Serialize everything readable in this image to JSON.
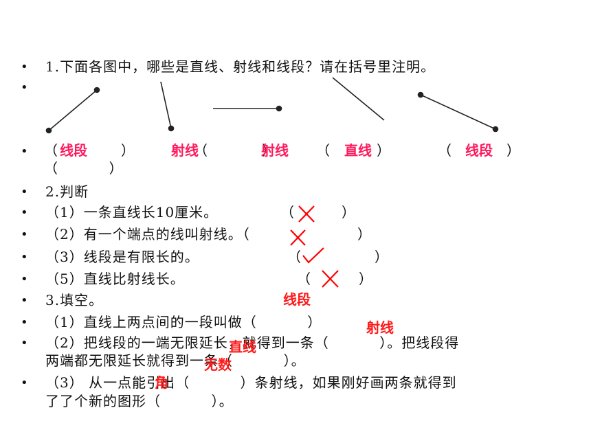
{
  "questions": {
    "q1": {
      "prompt": "1.下面各图中，哪些是直线、射线和线段？请在括号里注明。",
      "brackets_a": "（",
      "brackets_b": "）",
      "second_row": "（          ）",
      "answers": [
        "线段",
        "射线",
        "射线",
        "直线",
        "线段"
      ]
    },
    "q2": {
      "title": "2.判断",
      "items": [
        {
          "text": "（1）一条直线长10厘米。",
          "open": "（",
          "close": "）",
          "mark": "✕"
        },
        {
          "text": "（2）有一个端点的线叫射线。（",
          "open": "",
          "close": "）",
          "mark": "✕"
        },
        {
          "text": "（3）线段是有限长的。",
          "open": "（",
          "close": "）",
          "mark": "✓"
        },
        {
          "text": "（5）直线比射线长。",
          "open": "（",
          "close": "）",
          "mark": "✕"
        }
      ]
    },
    "q3": {
      "title": "3.填空。",
      "item1": "（1）直线上两点间的一段叫做（          ）",
      "item2_l1": "（2）把线段的一端无限延长，就得到一条（          ）。把线段得",
      "item2_l2": "两端都无限延长就得到一条（          ）。",
      "item3_l1": "（3） 从一点能引出（          ）条射线，如果刚好画两条就得到",
      "item3_l2": "了了个新的图形（          ）。",
      "answers": {
        "a1": "线段",
        "a2": "射线",
        "a3": "直线",
        "a4": "无数",
        "a5": "角"
      }
    }
  },
  "colors": {
    "answer_pink": "#ff1a5e",
    "answer_red": "#ff1a1a",
    "mark_red": "#ff0000",
    "text": "#111111"
  }
}
